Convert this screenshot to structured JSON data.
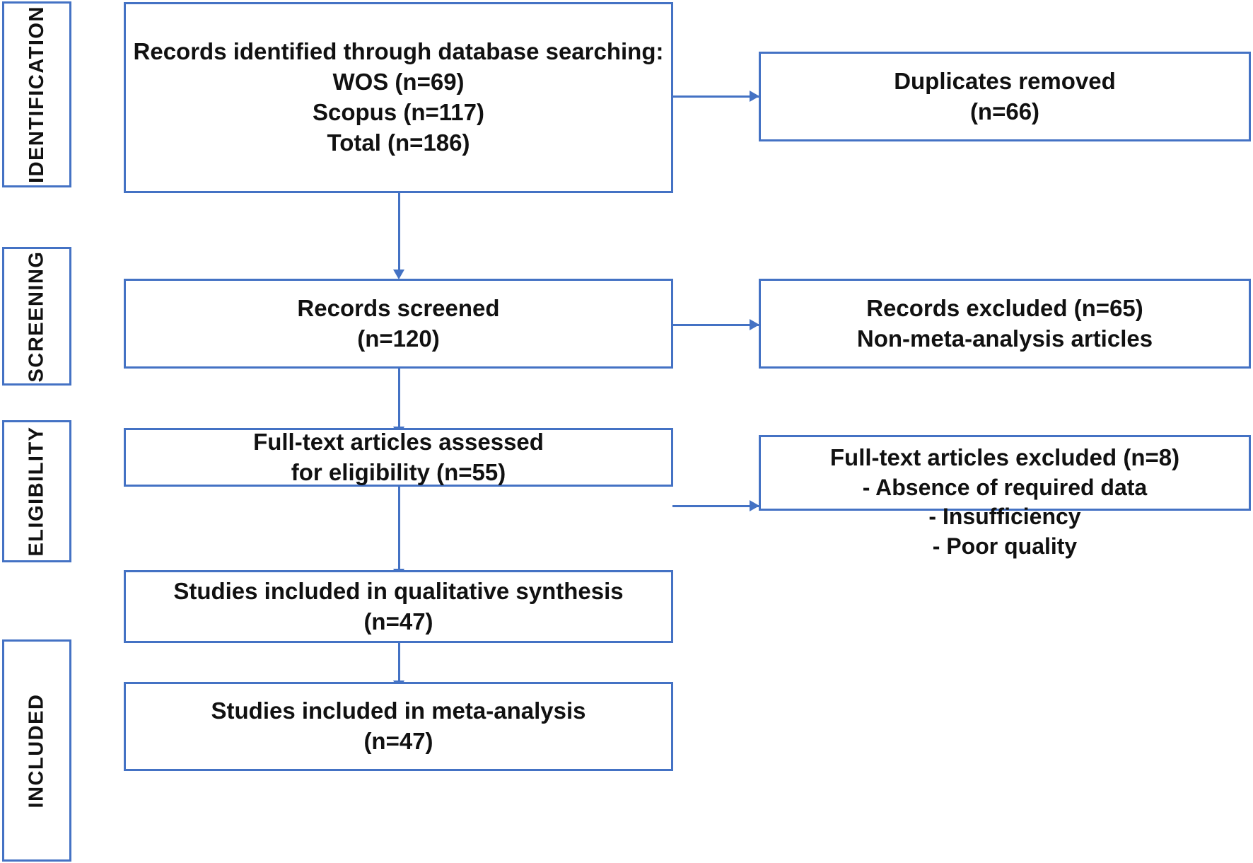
{
  "diagram": {
    "title": "PRISMA flow diagram",
    "accent_color": "#4472C4",
    "text_color": "#111111",
    "background_color": "#FFFFFF"
  },
  "stages": [
    {
      "key": "identification",
      "label": "IDENTIFICATION"
    },
    {
      "key": "screening",
      "label": "SCREENING"
    },
    {
      "key": "eligibility",
      "label": "ELIGIBILITY"
    },
    {
      "key": "included",
      "label": "INCLUDED"
    }
  ],
  "boxes": {
    "records_identified": {
      "name": "records-identified",
      "lines": [
        "Records identified through database searching:",
        "WOS (n=69)",
        "Scopus (n=117)",
        "Total (n=186)"
      ]
    },
    "duplicates_removed": {
      "name": "duplicates-removed",
      "lines": [
        "Duplicates removed",
        "(n=66)"
      ]
    },
    "records_screened": {
      "name": "records-screened",
      "lines": [
        "Records screened",
        "(n=120)"
      ]
    },
    "records_excluded": {
      "name": "records-excluded",
      "lines": [
        "Records excluded (n=65)",
        "Non-meta-analysis articles"
      ]
    },
    "fulltext_assessed": {
      "name": "fulltext-assessed",
      "lines": [
        "Full-text articles assessed",
        "for eligibility (n=55)"
      ]
    },
    "fulltext_excluded": {
      "name": "fulltext-excluded",
      "lines": [
        "Full-text articles excluded (n=8)",
        "-  Absence of required data",
        "-  Insufficiency",
        "- Poor quality"
      ]
    },
    "qualitative_synthesis": {
      "name": "qualitative-synthesis",
      "lines": [
        "Studies included in qualitative synthesis",
        "(n=47)"
      ]
    },
    "meta_analysis": {
      "name": "meta-analysis",
      "lines": [
        "Studies included in meta-analysis",
        "(n=47)"
      ]
    }
  },
  "counts": {
    "wos": 69,
    "scopus": 117,
    "total_identified": 186,
    "duplicates_removed": 66,
    "records_screened": 120,
    "records_excluded": 65,
    "fulltext_assessed": 55,
    "fulltext_excluded": 8,
    "qualitative_synthesis": 47,
    "meta_analysis": 47
  }
}
